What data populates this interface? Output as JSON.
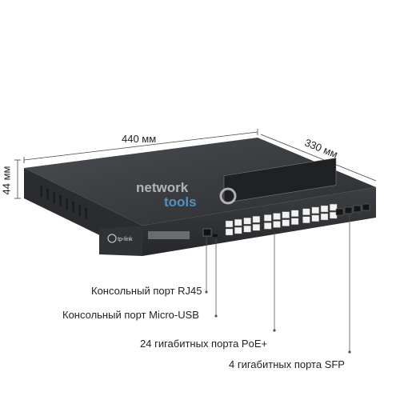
{
  "dimensions": {
    "width": "440 мм",
    "depth": "330 мм",
    "height": "44 мм"
  },
  "callouts": {
    "rj45_console": "Консольный порт RJ45",
    "micro_usb_console": "Консольный порт Micro-USB",
    "poe_ports": "24 гигабитных порта PoE+",
    "sfp_ports": "4 гигабитных порта SFP"
  },
  "watermark": {
    "line1": "network",
    "line2": "tools"
  },
  "device": {
    "brand": "tp-link",
    "color": "#3a3d40"
  }
}
